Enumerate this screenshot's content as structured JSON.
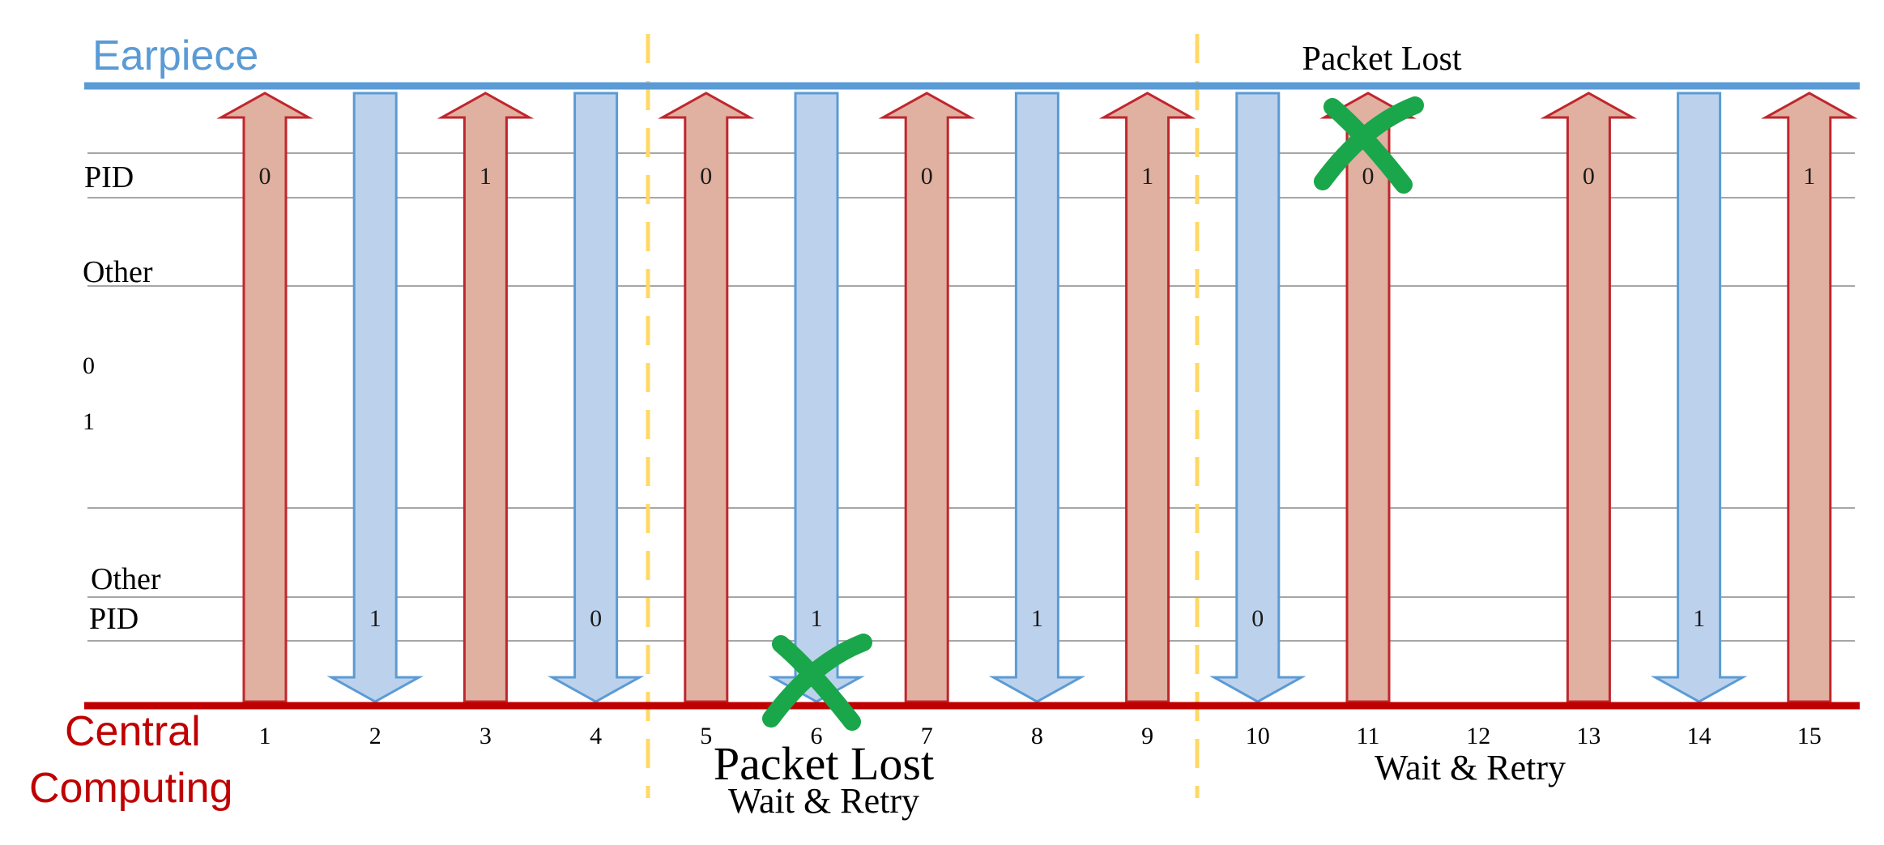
{
  "labels": {
    "earpiece": "Earpiece",
    "central_line1": "Central",
    "central_line2": "Computing",
    "pid_top": "PID",
    "other_top": "Other",
    "bit0": "0",
    "bit1": "1",
    "other_bottom": "Other",
    "pid_bottom": "PID"
  },
  "annotations": {
    "packet_lost_top": "Packet Lost",
    "packet_lost_bottom": "Packet Lost",
    "wait_retry_bottom": "Wait & Retry",
    "wait_retry_right": "Wait & Retry"
  },
  "slots": [
    {
      "num": "1",
      "dir": "up",
      "pid": "0"
    },
    {
      "num": "2",
      "dir": "down",
      "pid": "1"
    },
    {
      "num": "3",
      "dir": "up",
      "pid": "1"
    },
    {
      "num": "4",
      "dir": "down",
      "pid": "0"
    },
    {
      "num": "5",
      "dir": "up",
      "pid": "0"
    },
    {
      "num": "6",
      "dir": "down",
      "pid": "1",
      "lost": true
    },
    {
      "num": "7",
      "dir": "up",
      "pid": "0"
    },
    {
      "num": "8",
      "dir": "down",
      "pid": "1"
    },
    {
      "num": "9",
      "dir": "up",
      "pid": "1"
    },
    {
      "num": "10",
      "dir": "down",
      "pid": "0"
    },
    {
      "num": "11",
      "dir": "up",
      "pid": "0",
      "lost": true
    },
    {
      "num": "12",
      "dir": "none",
      "pid": ""
    },
    {
      "num": "13",
      "dir": "up",
      "pid": "0"
    },
    {
      "num": "14",
      "dir": "down",
      "pid": "1"
    },
    {
      "num": "15",
      "dir": "up",
      "pid": "1"
    }
  ],
  "colors": {
    "earpiece": "#5b9bd5",
    "central": "#c00000",
    "up_fill": "#e0b0a0",
    "up_stroke": "#c0262d",
    "down_fill": "#bcd1ec",
    "down_stroke": "#5b9bd5",
    "divider": "#ffd966",
    "lost_mark": "#1aa64a",
    "grid": "#a6a6a6"
  }
}
